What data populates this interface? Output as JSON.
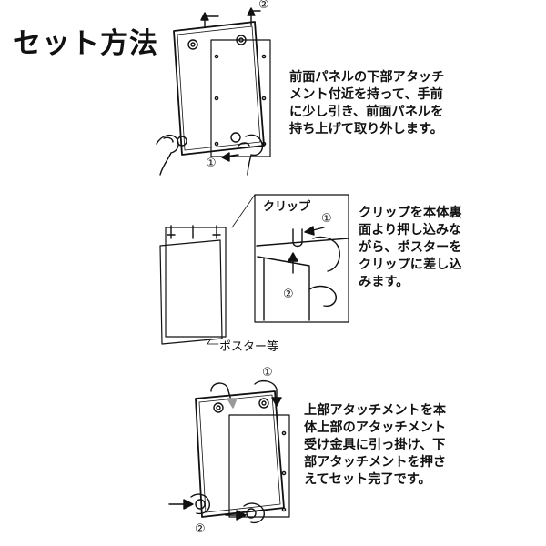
{
  "title": "セット方法",
  "steps": [
    {
      "lines": [
        "前面パネルの下部アタッチ",
        "メント付近を持って、手前",
        "に少し引き、前面パネルを",
        "持ち上げて取り外します。"
      ],
      "markers": [
        "①",
        "②"
      ]
    },
    {
      "lines": [
        "クリップを本体裏",
        "面より押し込みな",
        "がら、ポスターを",
        "クリップに差し込",
        "みます。"
      ],
      "markers": [
        "①",
        "②"
      ],
      "callouts": [
        "クリップ",
        "ポスター等"
      ]
    },
    {
      "lines": [
        "上部アタッチメントを本",
        "体上部のアタッチメント",
        "受け金具に引っ掛け、下",
        "部アタッチメントを押さ",
        "えてセット完了です。"
      ],
      "markers": [
        "①",
        "②"
      ]
    }
  ]
}
